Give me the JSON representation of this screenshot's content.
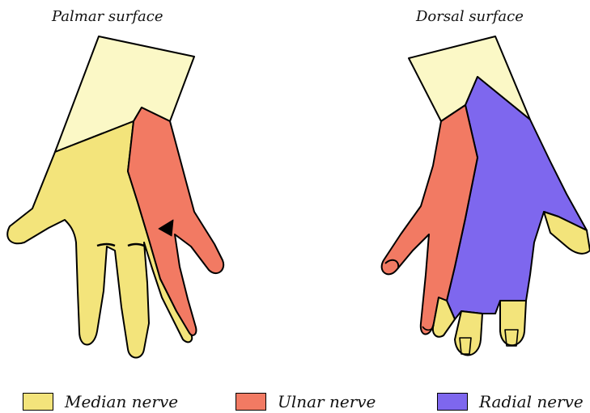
{
  "titles": {
    "palmar": "Palmar surface",
    "dorsal": "Dorsal surface"
  },
  "legend": [
    {
      "label": "Median nerve",
      "color": "#F3E47B"
    },
    {
      "label": "Ulnar nerve",
      "color": "#F27A63"
    },
    {
      "label": "Radial nerve",
      "color": "#7E67EE"
    }
  ],
  "colors": {
    "wrist": "#FBF8C6",
    "outline": "#000000"
  }
}
